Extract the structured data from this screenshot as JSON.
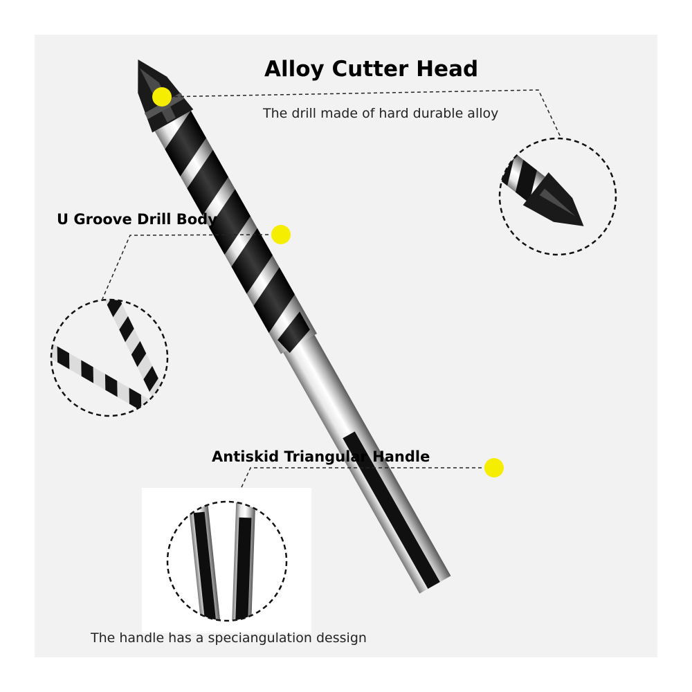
{
  "callouts": {
    "alloy_cutter_head": {
      "title": "Alloy Cutter Head",
      "description": "The drill made of hard durable alloy"
    },
    "u_groove_drill_body": {
      "title": "U Groove Drill Body"
    },
    "antiskid_triangular_handle": {
      "title": "Antiskid Triangular Handle",
      "description": "The handle has a speciangulation dessign"
    }
  },
  "colors": {
    "marker": "#f5ee00",
    "panel_background": "#f2f2f2",
    "bit_black": "#151515",
    "shank_silver": "#c8c8c8"
  },
  "icons": [
    "drill-bit-illustration",
    "marker-dot-icon",
    "zoom-circle-icon"
  ]
}
